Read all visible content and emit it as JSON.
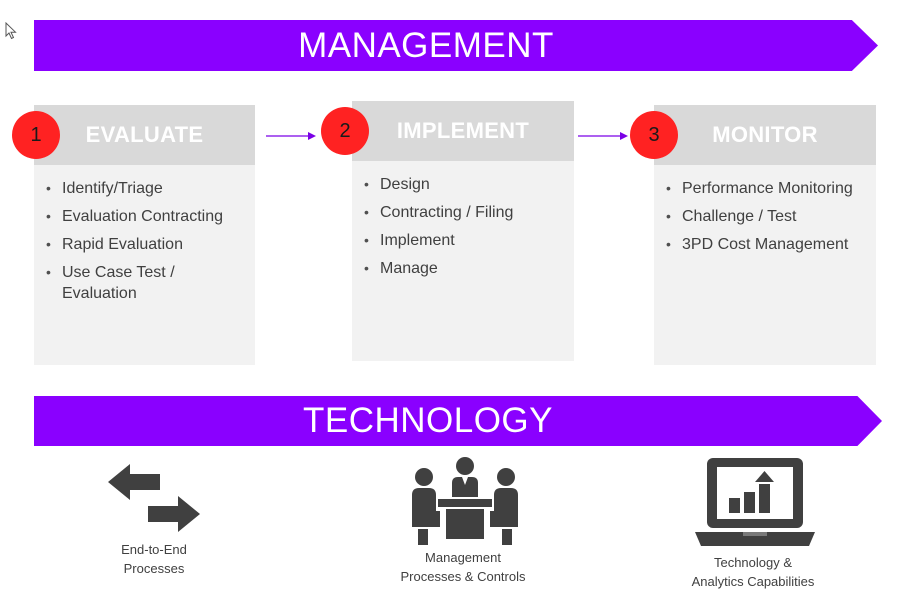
{
  "colors": {
    "banner": "#8a00ff",
    "badge": "#ff2222",
    "card_head": "#d9d9d9",
    "card_body": "#f2f2f2",
    "icon": "#404040"
  },
  "management_banner": {
    "label": "MANAGEMENT"
  },
  "technology_banner": {
    "label": "TECHNOLOGY"
  },
  "steps": [
    {
      "number": "1",
      "title": "EVALUATE",
      "items": [
        "Identify/Triage",
        "Evaluation Contracting",
        "Rapid Evaluation",
        "Use Case Test / Evaluation"
      ]
    },
    {
      "number": "2",
      "title": "IMPLEMENT",
      "items": [
        "Design",
        "Contracting / Filing",
        "Implement",
        "Manage"
      ]
    },
    {
      "number": "3",
      "title": "MONITOR",
      "items": [
        "Performance Monitoring",
        "Challenge / Test",
        "3PD Cost Management"
      ]
    }
  ],
  "technology_items": [
    {
      "icon": "double-arrow-icon",
      "line1": "End-to-End",
      "line2": "Processes"
    },
    {
      "icon": "meeting-icon",
      "line1": "Management",
      "line2": "Processes & Controls"
    },
    {
      "icon": "laptop-chart-icon",
      "line1": "Technology &",
      "line2": "Analytics Capabilities"
    }
  ]
}
